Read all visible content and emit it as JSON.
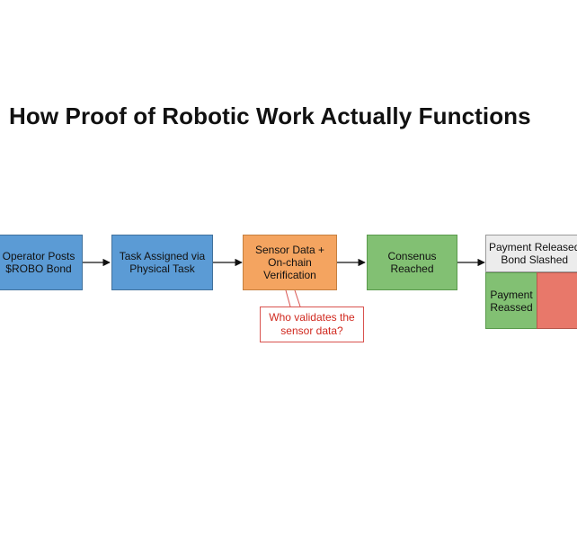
{
  "title": "How Proof of Robotic Work Actually Functions",
  "steps": {
    "operator": "Operator Posts\n$ROBO Bond",
    "task": "Task Assigned via\nPhysical Task",
    "sensor": "Sensor Data +\nOn-chain\nVerification",
    "consensus": "Consenus\nReached"
  },
  "outcomes": {
    "released": "Payment Released\nBond Slashed",
    "reassed": "Payment\nReassed",
    "slashed": ""
  },
  "callout": "Who validates the\nsensor data?",
  "colors": {
    "blue": "#5b9bd5",
    "orange": "#f4a460",
    "green": "#82c073",
    "red": "#e8786a",
    "grey": "#ececec",
    "callout_text": "#d0281e"
  }
}
